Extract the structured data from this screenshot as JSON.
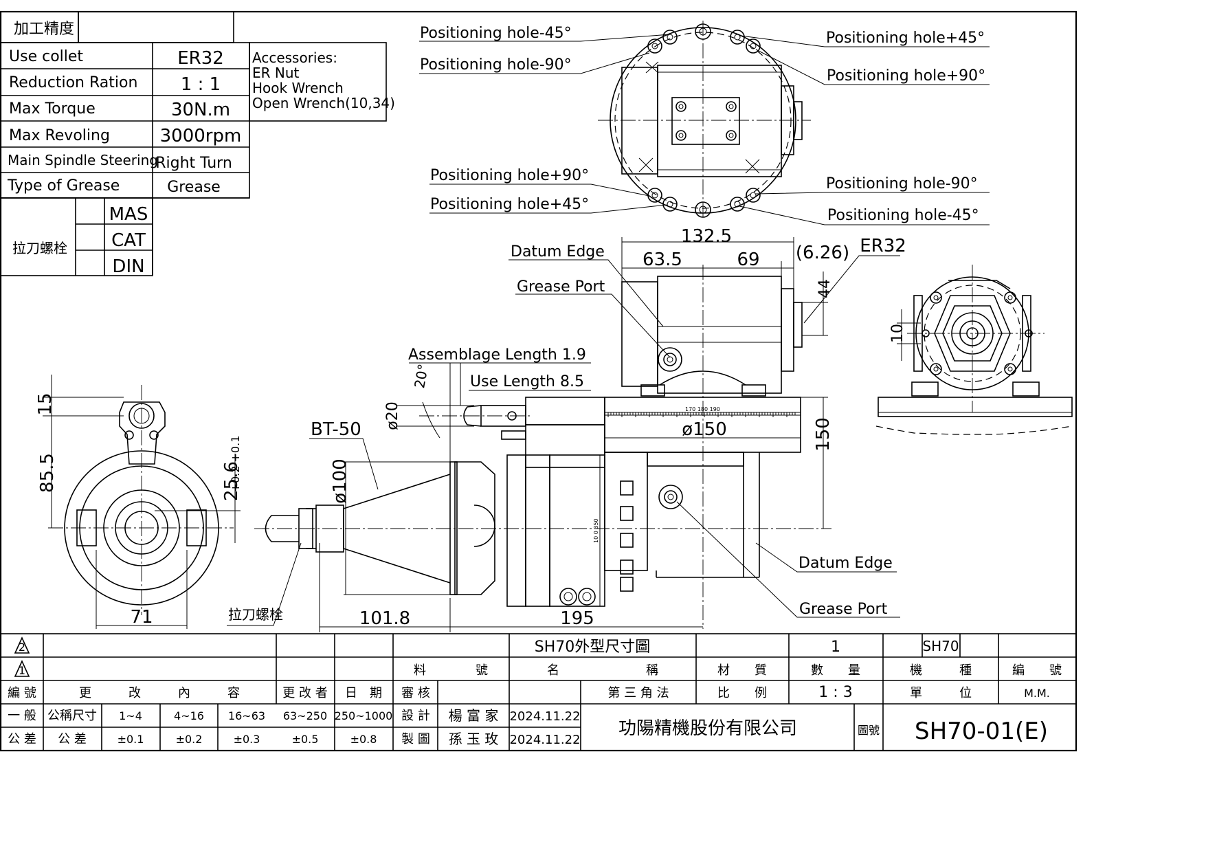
{
  "spec_table": {
    "precision_label": "加工精度",
    "rows": [
      {
        "label": "Use collet",
        "value": "ER32"
      },
      {
        "label": "Reduction Ration",
        "value": "1 : 1"
      },
      {
        "label": "Max Torque",
        "value": "30N.m"
      },
      {
        "label": "Max Revoling",
        "value": "3000rpm"
      },
      {
        "label": "Main Spindle Steering",
        "value": "Right Turn"
      },
      {
        "label": "Type of Grease",
        "value": "Grease"
      }
    ],
    "accessories": [
      "Accessories:",
      "ER Nut",
      "Hook Wrench",
      "Open Wrench(10,34)"
    ],
    "pull_stud_label": "拉刀螺栓",
    "pull_stud_types": [
      "MAS",
      "CAT",
      "DIN"
    ]
  },
  "callouts": {
    "top_left_1": "Positioning hole-45°",
    "top_left_2": "Positioning hole-90°",
    "top_right_1": "Positioning hole+45°",
    "top_right_2": "Positioning hole+90°",
    "bottom_left_1": "Positioning hole+90°",
    "bottom_left_2": "Positioning hole+45°",
    "bottom_right_1": "Positioning hole-90°",
    "bottom_right_2": "Positioning hole-45°",
    "datum_edge_top": "Datum Edge",
    "grease_port_top": "Grease Port",
    "datum_edge_bottom": "Datum Edge",
    "grease_port_bottom": "Grease Port",
    "assemblage": "Assemblage Length 1.9",
    "use_length": "Use Length 8.5",
    "bt50": "BT-50",
    "er32": "ER32",
    "pull_stud": "拉刀螺栓"
  },
  "dimensions": {
    "d132": "132.5",
    "d63": "63.5",
    "d69": "69",
    "d626": "(6.26)",
    "d44": "44",
    "d150v": "150",
    "d150dia": "ø150",
    "d20": "ø20",
    "d20deg": "20°",
    "d100": "ø100",
    "d101": "101.8",
    "d195": "195",
    "d15": "15",
    "d85": "85.5",
    "d256": "25.6",
    "d256tol": "+0.2 +0.1",
    "d71": "71",
    "d10": "10",
    "scale_a": "170 180 190",
    "scale_b": "10 0 350"
  },
  "title_block": {
    "rev2": "2",
    "rev1": "1",
    "drawing_name": "SH70外型尺寸圖",
    "quantity": "1",
    "model_code": "SH70",
    "h_material_no": "料　　　　號",
    "h_name": "名　　　　　　　稱",
    "h_material": "材　　質",
    "h_quantity": "數　　量",
    "h_machine": "機　　　種",
    "h_number": "編　　號",
    "h_revno": "編 號",
    "h_change": "更　　　改　　　內　　　容",
    "h_changer": "更 改 者",
    "h_date": "日　期",
    "h_review": "審 核",
    "h_projection": "第 三 角 法",
    "h_scale": "比　　例",
    "scale_value": "1 : 3",
    "h_unit": "單　　　位",
    "unit_value": "M.M.",
    "gen_label": "一 般",
    "tol_label": "公 差",
    "nominal_label": "公稱尺寸",
    "tol_row_label": "公 差",
    "ranges": [
      "1~4",
      "4~16",
      "16~63",
      "63~250",
      "250~1000"
    ],
    "tolerances": [
      "±0.1",
      "±0.2",
      "±0.3",
      "±0.5",
      "±0.8"
    ],
    "design_label": "設 計",
    "drawn_label": "製 圖",
    "designer": "楊 富 家",
    "drafter": "孫 玉 玫",
    "design_date": "2024.11.22",
    "drawn_date": "2024.11.22",
    "company": "功陽精機股份有限公司",
    "drawing_no_label": "圖號",
    "drawing_no": "SH70-01(E)"
  }
}
